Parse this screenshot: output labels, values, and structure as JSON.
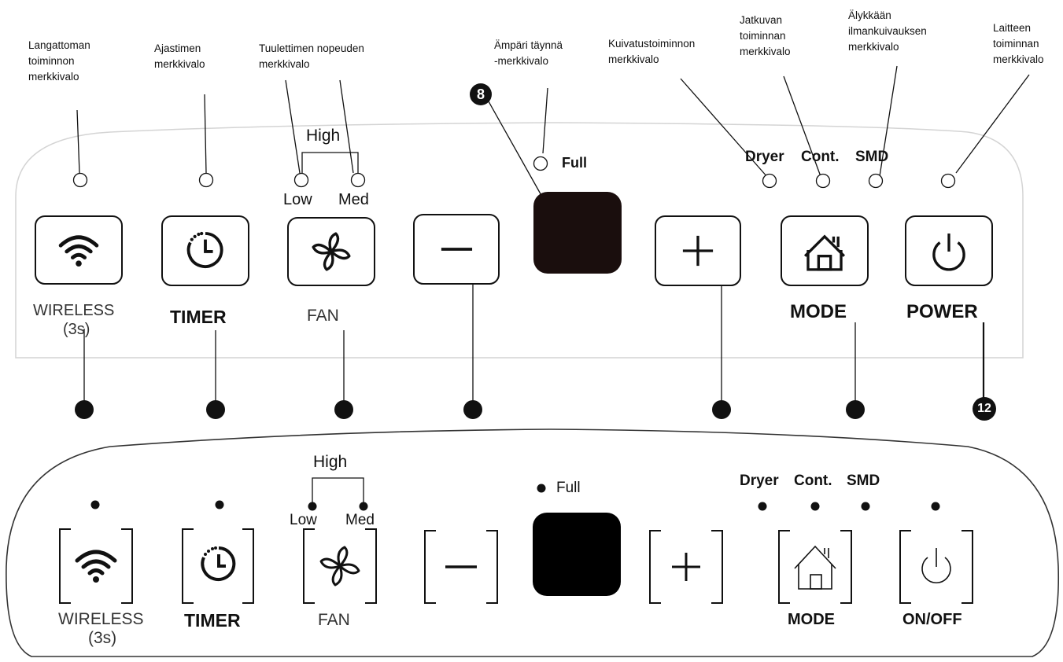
{
  "callouts": {
    "wireless": "Langattoman\ntoiminnon\nmerkkivalo",
    "timer": "Ajastimen\nmerkkivalo",
    "fan": "Tuulettimen nopeuden\nmerkkivalo",
    "full": "Ämpäri täynnä\n-merkkivalo",
    "dryer": "Kuivatustoiminnon\nmerkkivalo",
    "cont": "Jatkuvan\ntoiminnan\nmerkkivalo",
    "smd": "Älykkään\nilmankuivauksen\nmerkkivalo",
    "power": "Laitteen\ntoiminnan\nmerkkivalo"
  },
  "markers": {
    "display": "8",
    "power": "12"
  },
  "top_panel": {
    "high": "High",
    "low": "Low",
    "med": "Med",
    "full": "Full",
    "dryer": "Dryer",
    "cont": "Cont.",
    "smd": "SMD",
    "wireless": "WIRELESS",
    "wireless_hold": "(3s)",
    "timer": "TIMER",
    "fan": "FAN",
    "mode": "MODE",
    "power": "POWER"
  },
  "bottom_panel": {
    "high": "High",
    "low": "Low",
    "med": "Med",
    "full": "Full",
    "dryer": "Dryer",
    "cont": "Cont.",
    "smd": "SMD",
    "wireless": "WIRELESS",
    "wireless_hold": "(3s)",
    "timer": "TIMER",
    "fan": "FAN",
    "mode": "MODE",
    "onoff": "ON/OFF"
  },
  "icons": [
    "wifi-icon",
    "timer-icon",
    "fan-icon",
    "minus-icon",
    "plus-icon",
    "home-icon",
    "power-icon"
  ]
}
